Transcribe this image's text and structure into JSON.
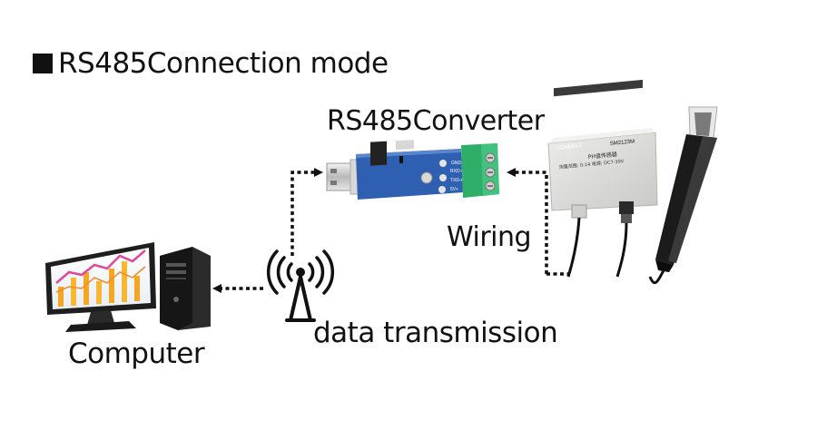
{
  "heading": {
    "bullet_icon": "black-square-icon",
    "text": "RS485Connection mode"
  },
  "labels": {
    "converter": "RS485Converter",
    "wiring": "Wiring",
    "data_transmission": "data transmission",
    "computer": "Computer"
  },
  "converter_board": {
    "terminals": [
      "GND",
      "RXD-B-",
      "TXD-A+",
      "5V+"
    ]
  },
  "sensor_box": {
    "brand": "SONBEST",
    "model": "SM2123M",
    "name": "PH值传感器",
    "spec": "测量范围: 0-14 电源: DC7-30V"
  },
  "icons": {
    "computer": "desktop-computer-icon",
    "antenna": "wireless-antenna-icon",
    "converter": "usb-rs485-converter-icon",
    "sensor": "ph-sensor-transmitter-icon",
    "probe": "ph-probe-icon"
  },
  "colors": {
    "board": "#2f5fb0",
    "terminal": "#2fae6a",
    "chart_orange": "#f5a623",
    "chart_magenta": "#e0499a",
    "enclosure": "#dcdcd8",
    "probe": "#1b1b1b"
  }
}
